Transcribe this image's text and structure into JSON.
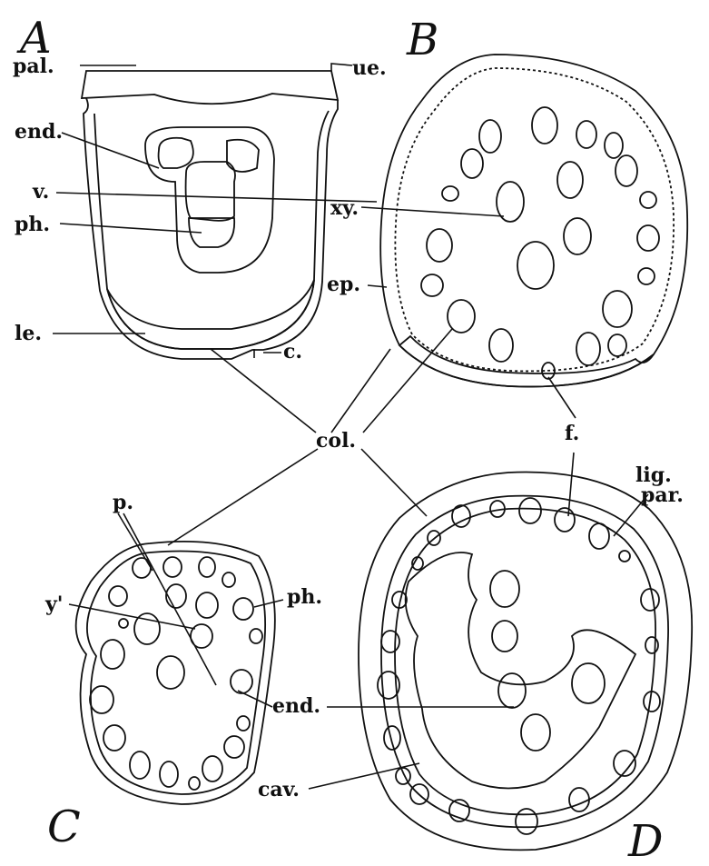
{
  "panels": {
    "a": "A",
    "b": "B",
    "c": "C",
    "d": "D"
  },
  "labels": {
    "pal": "pal.",
    "ue": "ue.",
    "end_a": "end.",
    "v": "v.",
    "xy": "xy.",
    "ph_a": "ph.",
    "ep": "ep.",
    "le": "le.",
    "c": "c.",
    "col": "col.",
    "f": "f.",
    "p": "p.",
    "lig": "lig.",
    "par": "par.",
    "y": "y'",
    "ph_c": "ph.",
    "end_c": "end.",
    "cav": "cav."
  }
}
